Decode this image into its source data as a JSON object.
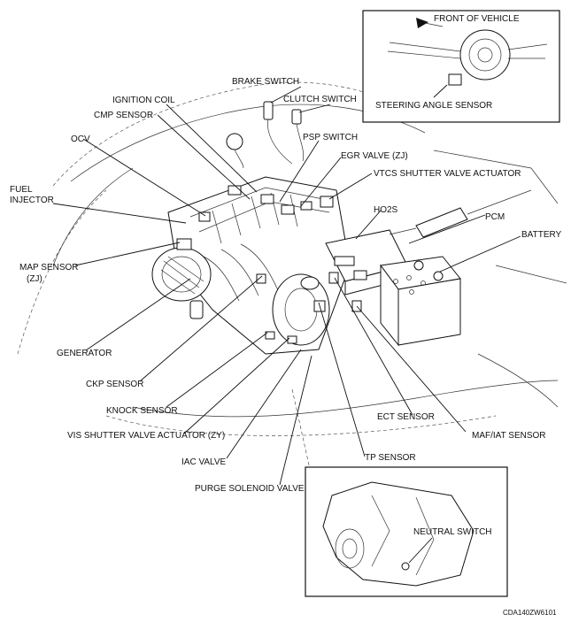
{
  "labels": {
    "front_of_vehicle": "FRONT OF VEHICLE",
    "steering_angle_sensor": "STEERING ANGLE SENSOR",
    "brake_switch": "BRAKE SWITCH",
    "clutch_switch": "CLUTCH SWITCH",
    "ignition_coil": "IGNITION COIL",
    "cmp_sensor": "CMP SENSOR",
    "ocv": "OCV",
    "psp_switch": "PSP SWITCH",
    "egr_valve": "EGR VALVE (ZJ)",
    "vtcs_actuator": "VTCS SHUTTER VALVE ACTUATOR",
    "fuel_injector_1": "FUEL",
    "fuel_injector_2": "INJECTOR",
    "ho2s": "HO2S",
    "pcm": "PCM",
    "battery": "BATTERY",
    "map_sensor_1": "MAP SENSOR",
    "map_sensor_2": "(ZJ)",
    "generator": "GENERATOR",
    "ckp_sensor": "CKP SENSOR",
    "knock_sensor": "KNOCK SENSOR",
    "vis_actuator": "VIS SHUTTER VALVE ACTUATOR (ZY)",
    "iac_valve": "IAC VALVE",
    "purge_valve": "PURGE SOLENOID VALVE",
    "ect_sensor": "ECT SENSOR",
    "maf_iat_sensor": "MAF/IAT SENSOR",
    "tp_sensor": "TP SENSOR",
    "neutral_switch": "NEUTRAL SWITCH",
    "figure_code": "CDA140ZW6101"
  }
}
